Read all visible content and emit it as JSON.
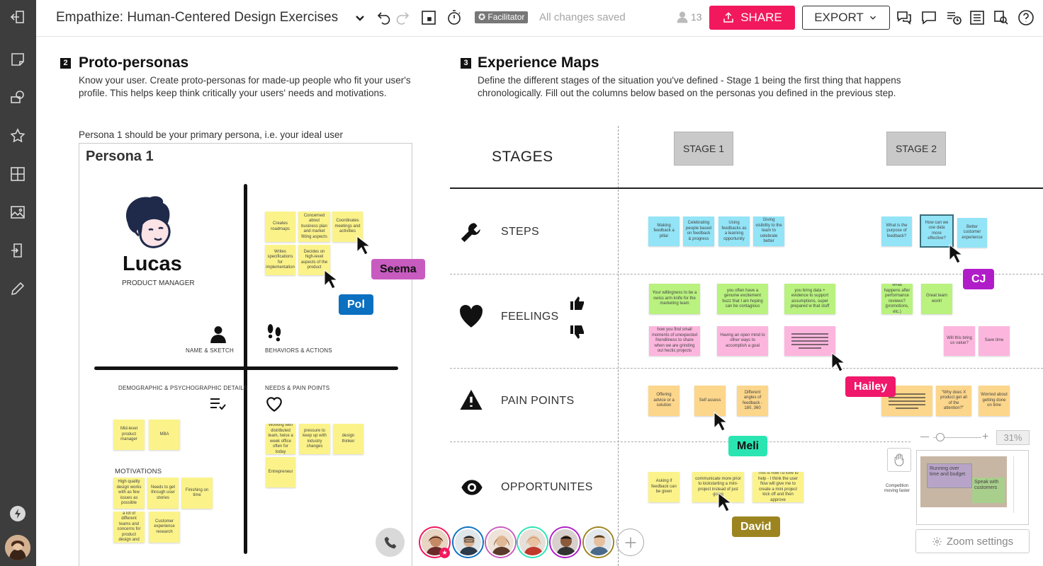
{
  "topbar": {
    "board_title": "Empathize: Human-Centered Design Exercises",
    "facilitator_badge": "Facilitator",
    "save_status": "All changes saved",
    "user_count": "13",
    "share_label": "SHARE",
    "export_label": "EXPORT"
  },
  "protopersonas": {
    "number": "2",
    "title": "Proto-personas",
    "description": "Know your user. Create proto-personas for made-up people who fit your user's profile. This helps keep think critically your users' needs and motivations.",
    "note": "Persona 1 should be your primary persona, i.e. your ideal user",
    "persona_title": "Persona 1",
    "persona_name": "Lucas",
    "persona_role": "PRODUCT MANAGER",
    "labels": {
      "name_sketch": "NAME & SKETCH",
      "behaviors": "BEHAVIORS & ACTIONS",
      "demographic": "DEMOGRAPHIC & PSYCHOGRAPHIC DETAILS",
      "needs": "NEEDS & PAIN POINTS",
      "motivations": "MOTIVATIONS"
    },
    "stickies": {
      "behaviors": [
        "Creates roadmaps",
        "Concerned about business plan and market fitting aspects",
        "Coordinates meetings and activities",
        "Writes specifications for implementation",
        "Decides on high-level aspects of the product"
      ],
      "demographic": [
        "Mid-level product manager",
        "MBA"
      ],
      "motivations": [
        "High quality design works with as few issues as possible",
        "Needs to get through user stories",
        "Finishing on time",
        "Coordinating a lot of different teams and concerns for product design and development",
        "Customer experience research"
      ],
      "needs": [
        "Working with distributed team, twice a week office often for today",
        "pressure to keep up with industry changes",
        "design thinker",
        "Entrepreneur"
      ]
    }
  },
  "experiencemaps": {
    "number": "3",
    "title": "Experience Maps",
    "description": "Define the different stages of the situation you've defined - Stage 1 being the first thing that happens chronologically.  Fill out the columns below based on the personas you defined in the previous step.",
    "stages_label": "STAGES",
    "stage1": "STAGE 1",
    "stage2": "STAGE 2",
    "rows": {
      "steps": "STEPS",
      "feelings": "FEELINGS",
      "painpoints": "PAIN POINTS",
      "opportunities": "OPPORTUNITES"
    },
    "stickies": {
      "steps1": [
        "Making feedback a pillar",
        "Celebrating people based on feedback & progress",
        "Using feedbacks as a learning opportunity",
        "Giving visibility to the team to celebrate better"
      ],
      "steps2": [
        "What is the purpose of feedback?",
        "How can we use data more effective?",
        "Better customer experience"
      ],
      "feel_g1": [
        "Your willingness to be a swiss arm knife for the marketing team",
        "you often have a genuine excitement buzz that I am hoping can be contagious",
        "you bring data + evidence to support assumptions, super prepared w that stuff"
      ],
      "feel_g2": [
        "What happens after performance reviews? (promotions, etc.)",
        "Great team work!"
      ],
      "feel_p1": [
        "how you find small moments of unexpected friendliness to share when we are grinding out hectic projects",
        "Having an open mind to other ways to accomplish a goal"
      ],
      "feel_p2": [
        "Will this bring us value?",
        "Save time"
      ],
      "pain1": [
        "Offering advice or a solution",
        "Self assess",
        "Different angles of feedback - 180, 360"
      ],
      "pain2": [
        "\"Why does X product get all of the attention?\"",
        "Worried about getting done on time"
      ],
      "opp1": [
        "Asking if feedback can be given",
        "communicate more prior to kickstarting a mini-project instead of just going",
        "This is how I'd love to help - I think the user flow will give me to create a mini project kick off and then approve"
      ],
      "opp2": [
        "Competition moving faster"
      ]
    }
  },
  "cursors": [
    "Seema",
    "Pol",
    "CJ",
    "Hailey",
    "Meli",
    "David"
  ],
  "zoom": {
    "level": "31%",
    "settings_label": "Zoom settings",
    "minimap_labels": [
      "Running over time and budget",
      "Speak with customers"
    ]
  }
}
